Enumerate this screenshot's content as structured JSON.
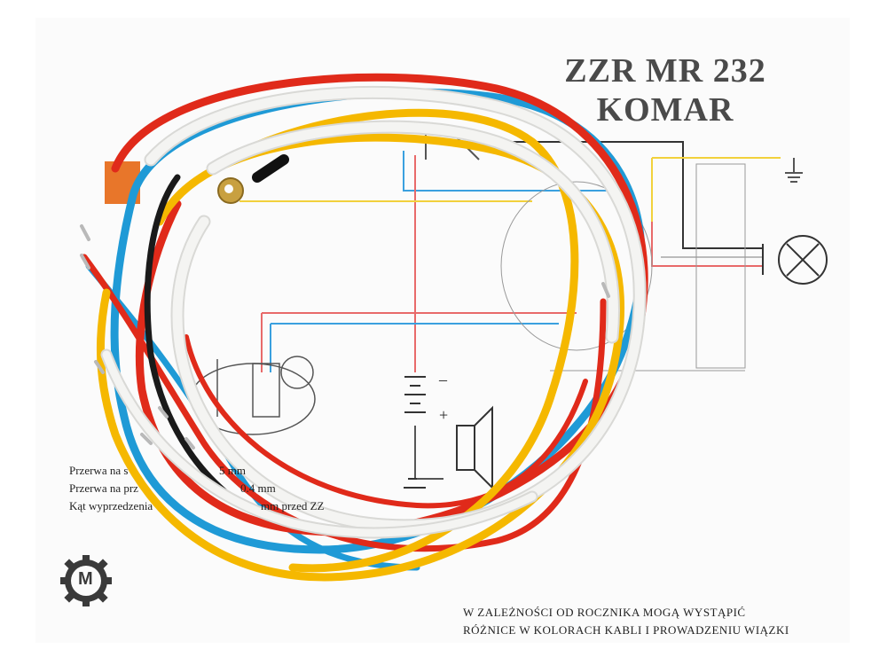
{
  "diagram": {
    "title_line1": "ZZR MR 232",
    "title_line2": "KOMAR",
    "notes": [
      "Przerwa na s",
      "Przerwa na prz",
      "Kąt wyprzedzenia"
    ],
    "notes_right": [
      "5 mm",
      "0.4 mm",
      "mm przed ZZ"
    ],
    "battery_minus": "–",
    "battery_plus": "+",
    "footer_line1": "W ZALEŻNOŚCI OD ROCZNIKA MOGĄ WYSTĄPIĆ",
    "footer_line2": "RÓŻNICE W KOLORACH KABLI I PROWADZENIU WIĄZKI"
  },
  "logo_letter": "M",
  "colors": {
    "red_wire": "#e02a1a",
    "blue_wire": "#1f9ad6",
    "yellow_wire": "#f5b800",
    "white_wire": "#f2f2f0",
    "black_wire": "#1a1a1a"
  }
}
